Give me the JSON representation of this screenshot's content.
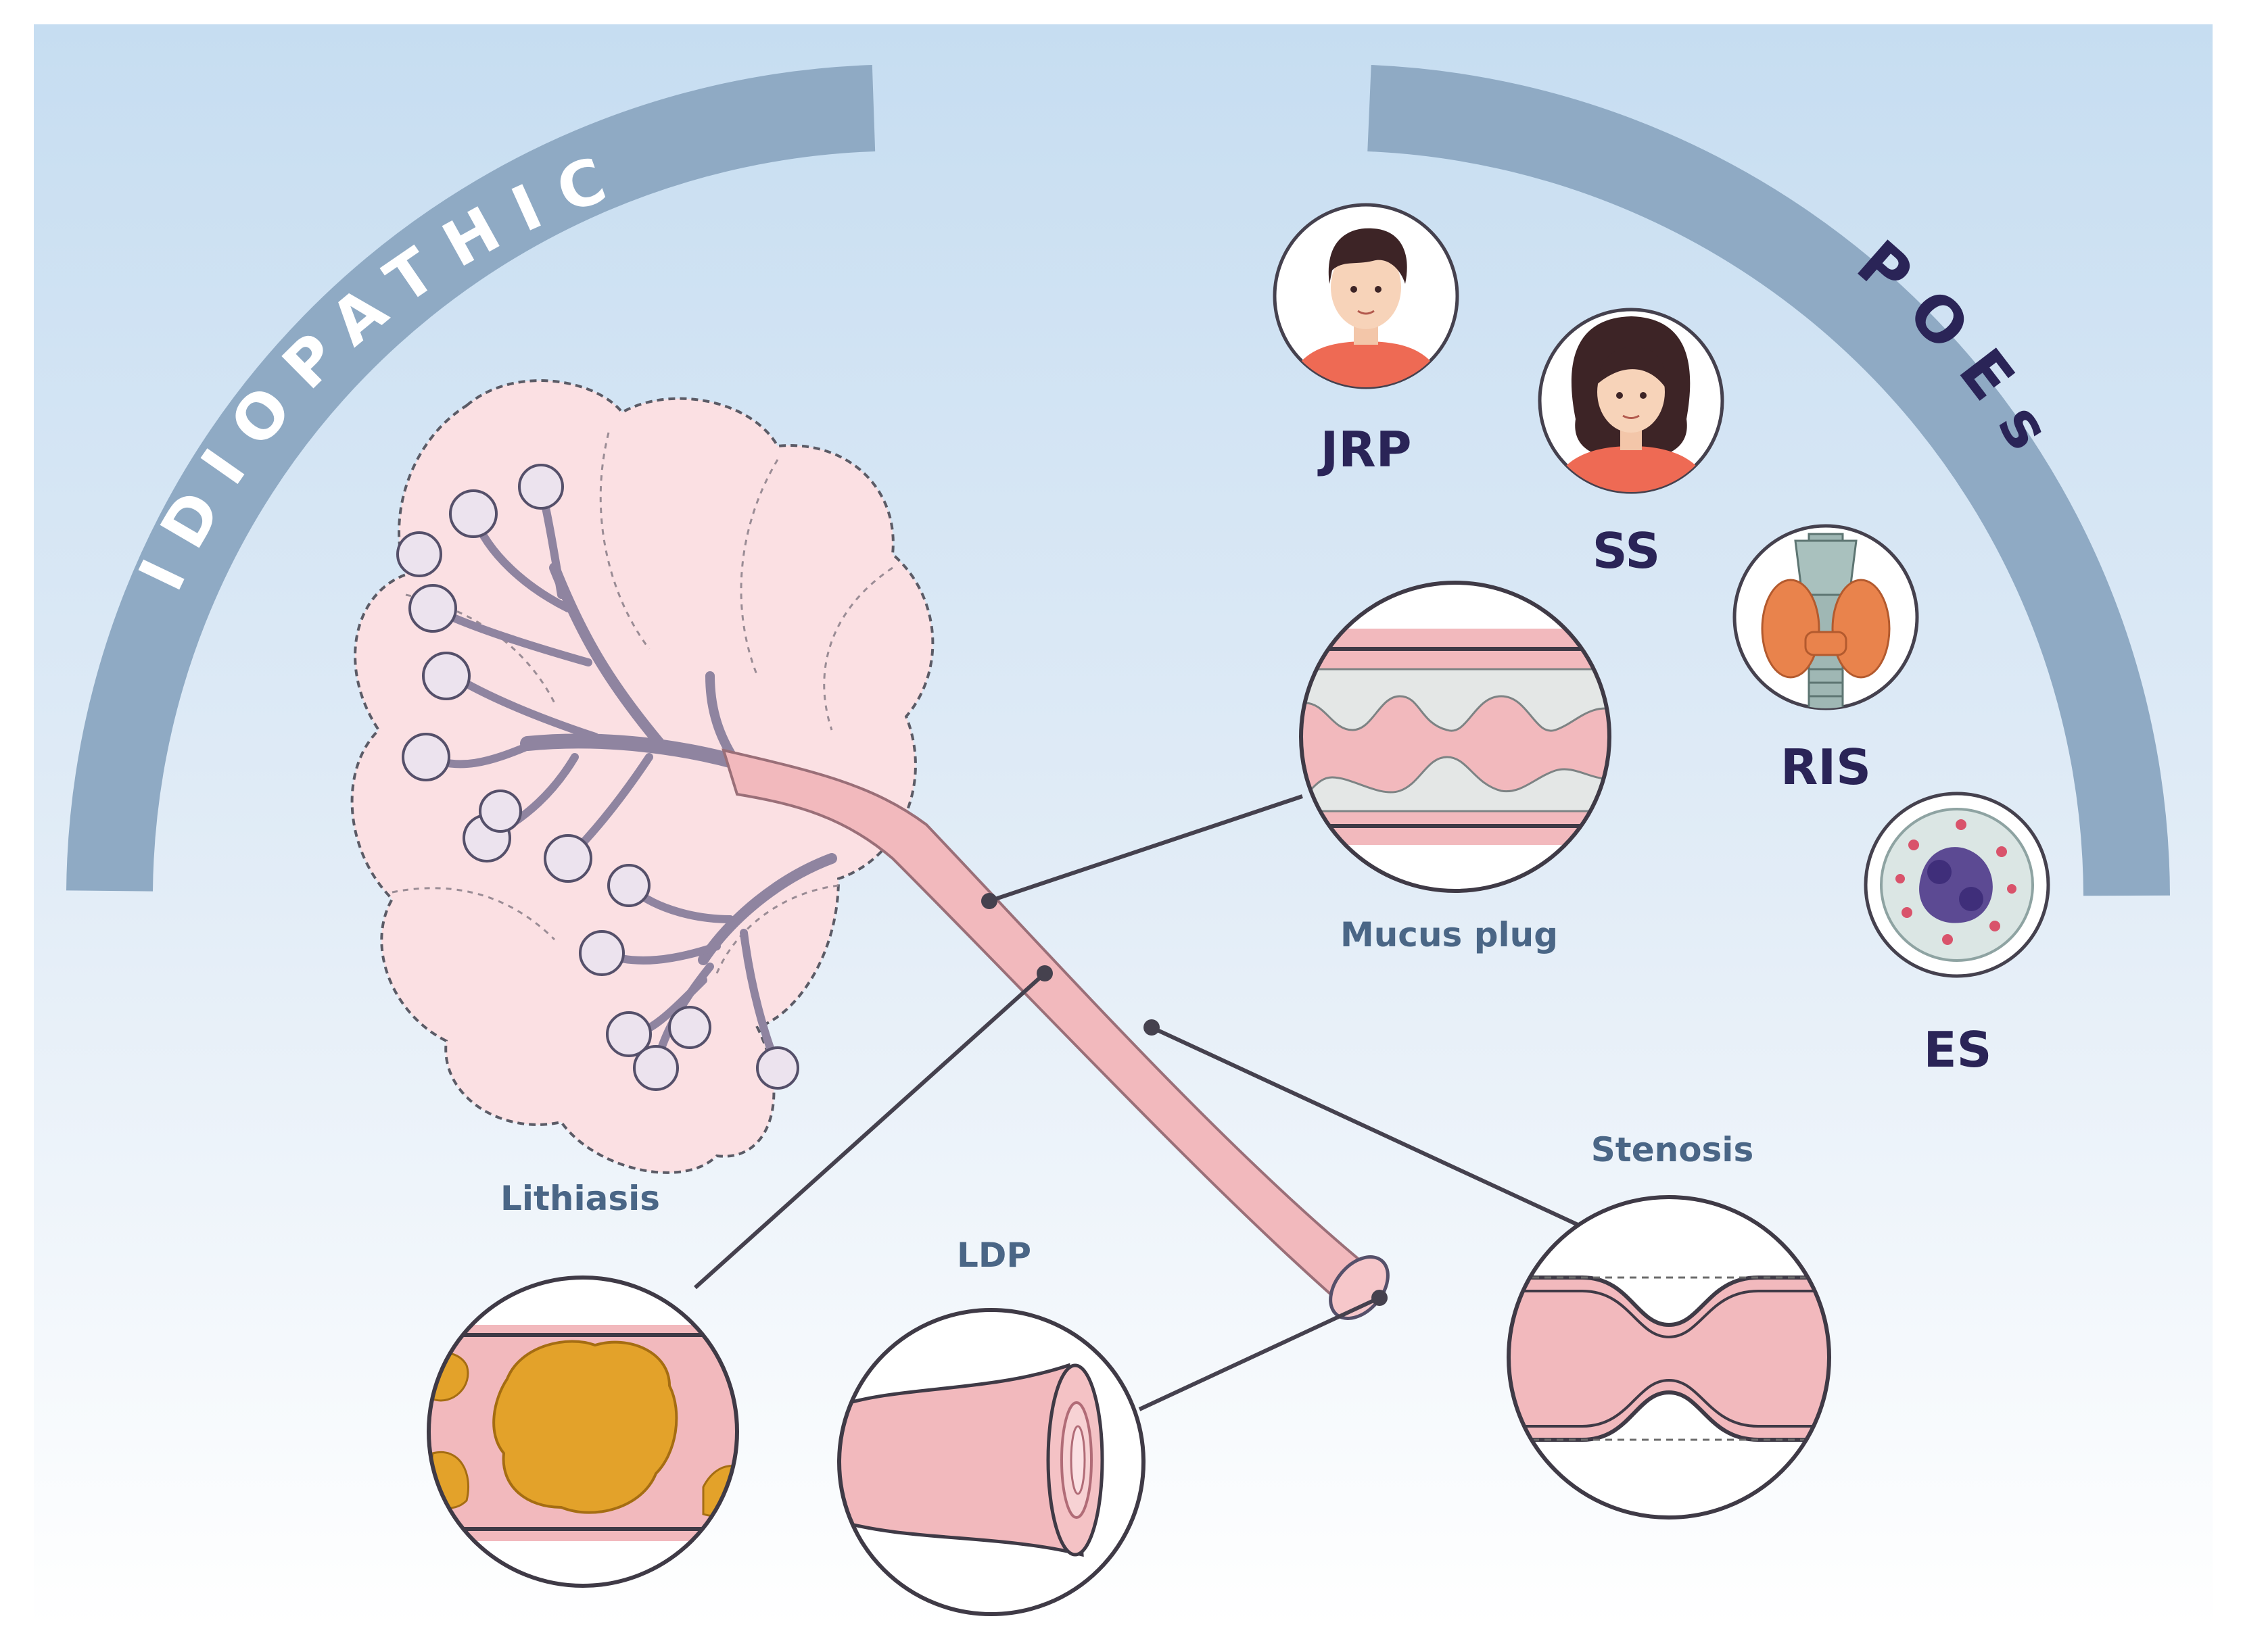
{
  "arcs": {
    "left_label": "IDIOPATHIC",
    "right_label": "POEs"
  },
  "conditions": [
    {
      "key": "jrp",
      "label": "JRP",
      "icon": "boy-avatar-icon"
    },
    {
      "key": "ss",
      "label": "SS",
      "icon": "woman-avatar-icon"
    },
    {
      "key": "ris",
      "label": "RIS",
      "icon": "thyroid-larynx-icon"
    },
    {
      "key": "es",
      "label": "ES",
      "icon": "eosinophil-cell-icon"
    }
  ],
  "findings": [
    {
      "key": "mucus",
      "label": "Mucus plug"
    },
    {
      "key": "stenosis",
      "label": "Stenosis"
    },
    {
      "key": "lithiasis",
      "label": "Lithiasis"
    },
    {
      "key": "ldp",
      "label": "LDP"
    }
  ],
  "colors": {
    "arc": "#8faac4",
    "arc_text_left": "#ffffff",
    "arc_text_right": "#2a2457",
    "condition_text": "#2a2457",
    "finding_text": "#4a6686",
    "bg_top": "#c6ddf1",
    "bg_bottom": "#ffffff",
    "duct_fill": "#f2b9bd",
    "duct_stroke": "#9a6f78",
    "gland_fill": "#fbe0e3",
    "stone": "#e3a22a",
    "mucus": "#e4e7e6"
  }
}
